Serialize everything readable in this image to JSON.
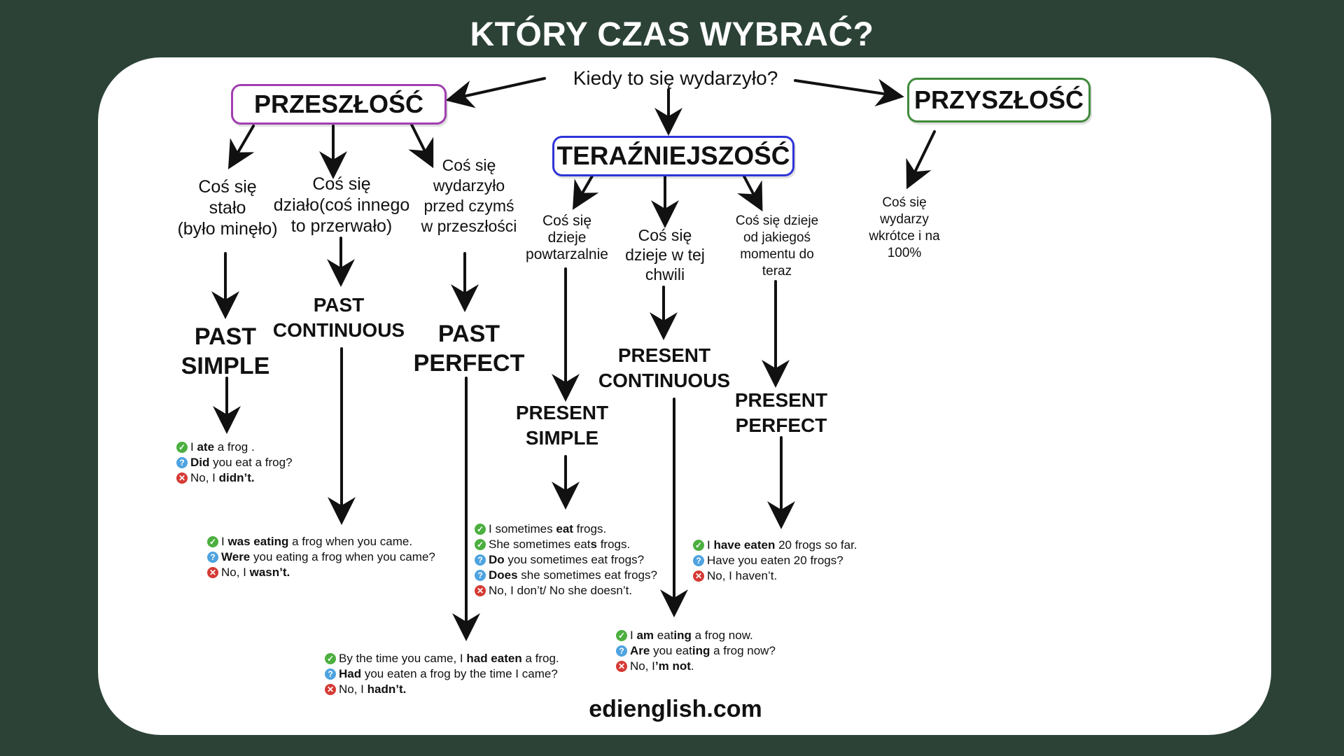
{
  "title": "KTÓRY CZAS WYBRAĆ?",
  "question": "Kiedy to się wydarzyło?",
  "categories": {
    "past": "PRZESZŁOŚĆ",
    "present": "TERAŹNIEJSZOŚĆ",
    "future": "PRZYSZŁOŚĆ"
  },
  "descriptions": {
    "past_simple": [
      "Coś się",
      "stało",
      "(było minęło)"
    ],
    "past_continuous": [
      "Coś się",
      "działo(coś innego",
      "to przerwało)"
    ],
    "past_perfect": [
      "Coś się",
      "wydarzyło",
      "przed czymś",
      "w przeszłości"
    ],
    "present_simple": [
      "Coś się",
      "dzieje",
      "powtarzalnie"
    ],
    "present_continuous": [
      "Coś się",
      "dzieje w tej",
      "chwili"
    ],
    "present_perfect": [
      "Coś się dzieje",
      "od jakiegoś",
      "momentu do",
      "teraz"
    ],
    "future": [
      "Coś się",
      "wydarzy",
      "wkrótce i na",
      "100%"
    ]
  },
  "tenses": {
    "past_simple": [
      "PAST",
      "SIMPLE"
    ],
    "past_continuous": [
      "PAST",
      "CONTINUOUS"
    ],
    "past_perfect": [
      "PAST",
      "PERFECT"
    ],
    "present_simple": [
      "PRESENT",
      "SIMPLE"
    ],
    "present_continuous": [
      "PRESENT",
      "CONTINUOUS"
    ],
    "present_perfect": [
      "PRESENT",
      "PERFECT"
    ]
  },
  "examples": {
    "past_simple": [
      {
        "icon": "check-icon",
        "parts": [
          [
            "I ",
            false
          ],
          [
            "ate",
            true
          ],
          [
            " a frog .",
            false
          ]
        ]
      },
      {
        "icon": "question-icon",
        "parts": [
          [
            "Did",
            true
          ],
          [
            " you eat a frog?",
            false
          ]
        ]
      },
      {
        "icon": "cross-icon",
        "parts": [
          [
            "No, I ",
            false
          ],
          [
            "didn’t.",
            true
          ]
        ]
      }
    ],
    "past_continuous": [
      {
        "icon": "check-icon",
        "parts": [
          [
            "I ",
            false
          ],
          [
            "was eating",
            true
          ],
          [
            " a frog when you came.",
            false
          ]
        ]
      },
      {
        "icon": "question-icon",
        "parts": [
          [
            "Were",
            true
          ],
          [
            " you eating a frog when you came?",
            false
          ]
        ]
      },
      {
        "icon": "cross-icon",
        "parts": [
          [
            "No, I ",
            false
          ],
          [
            "wasn’t.",
            true
          ]
        ]
      }
    ],
    "past_perfect": [
      {
        "icon": "check-icon",
        "parts": [
          [
            "By the time you came, I ",
            false
          ],
          [
            "had eaten",
            true
          ],
          [
            " a frog.",
            false
          ]
        ]
      },
      {
        "icon": "question-icon",
        "parts": [
          [
            "Had",
            true
          ],
          [
            " you eaten a frog by the time I came?",
            false
          ]
        ]
      },
      {
        "icon": "cross-icon",
        "parts": [
          [
            "No, I ",
            false
          ],
          [
            "hadn’t.",
            true
          ]
        ]
      }
    ],
    "present_simple": [
      {
        "icon": "check-icon",
        "parts": [
          [
            "I sometimes ",
            false
          ],
          [
            "eat",
            true
          ],
          [
            " frogs.",
            false
          ]
        ]
      },
      {
        "icon": "check-icon",
        "parts": [
          [
            "She sometimes eat",
            false
          ],
          [
            "s",
            true
          ],
          [
            " frogs.",
            false
          ]
        ]
      },
      {
        "icon": "question-icon",
        "parts": [
          [
            "Do",
            true
          ],
          [
            " you sometimes eat frogs?",
            false
          ]
        ]
      },
      {
        "icon": "question-icon",
        "parts": [
          [
            "Does",
            true
          ],
          [
            " she sometimes eat frogs?",
            false
          ]
        ]
      },
      {
        "icon": "cross-icon",
        "parts": [
          [
            "No, I don’t/ No she doesn’t.",
            false
          ]
        ]
      }
    ],
    "present_continuous": [
      {
        "icon": "check-icon",
        "parts": [
          [
            "I ",
            false
          ],
          [
            "am",
            true
          ],
          [
            " eat",
            false
          ],
          [
            "ing",
            true
          ],
          [
            " a frog now.",
            false
          ]
        ]
      },
      {
        "icon": "question-icon",
        "parts": [
          [
            "Are",
            true
          ],
          [
            " you eat",
            false
          ],
          [
            "ing",
            true
          ],
          [
            " a frog now?",
            false
          ]
        ]
      },
      {
        "icon": "cross-icon",
        "parts": [
          [
            "No, I",
            false
          ],
          [
            "’m not",
            true
          ],
          [
            ".",
            false
          ]
        ]
      }
    ],
    "present_perfect": [
      {
        "icon": "check-icon",
        "parts": [
          [
            "I ",
            false
          ],
          [
            "have eaten",
            true
          ],
          [
            " 20 frogs so far.",
            false
          ]
        ]
      },
      {
        "icon": "question-icon",
        "parts": [
          [
            "Have you eaten 20 frogs?",
            false
          ]
        ]
      },
      {
        "icon": "cross-icon",
        "parts": [
          [
            "No, I haven’t.",
            false
          ]
        ]
      }
    ]
  },
  "icons": {
    "check-icon": "✓",
    "question-icon": "?",
    "cross-icon": "✕"
  },
  "colors": {
    "background": "#2c4237",
    "past": "#a13fb0",
    "present": "#2f35d6",
    "future": "#3f8a3a",
    "check": "#4caf3f",
    "question": "#4ea3e0",
    "cross": "#d53a34"
  },
  "footer": "edienglish.com"
}
